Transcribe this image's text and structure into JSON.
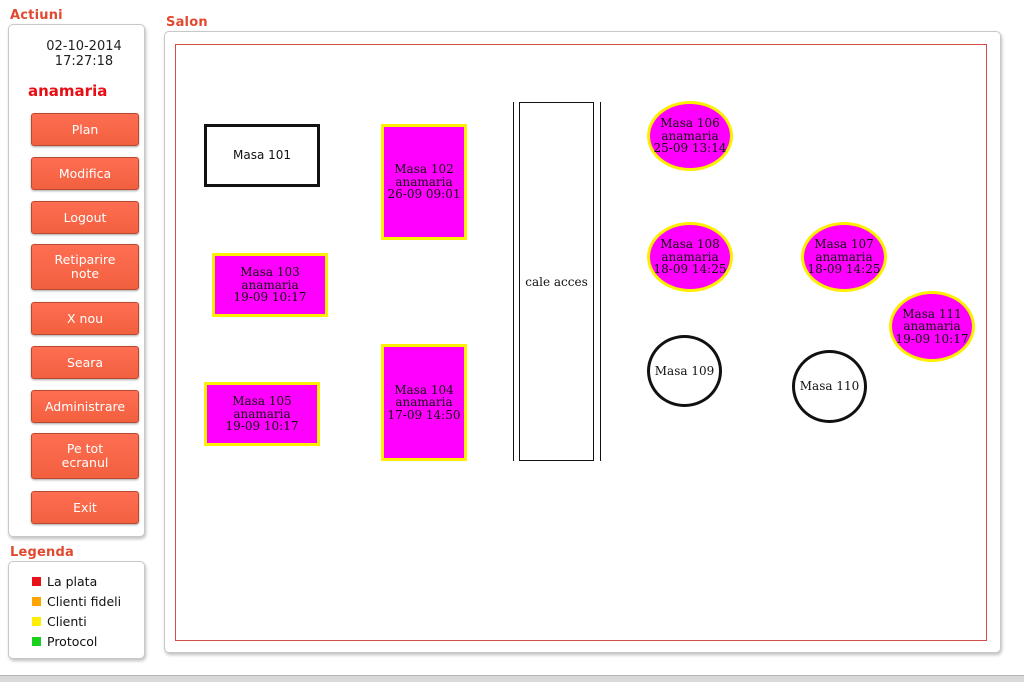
{
  "actions": {
    "title": "Actiuni",
    "date": "02-10-2014",
    "time": "17:27:18",
    "user": "anamaria",
    "buttons": [
      {
        "name": "plan-button",
        "label": "Plan"
      },
      {
        "name": "modifica-button",
        "label": "Modifica"
      },
      {
        "name": "logout-button",
        "label": "Logout"
      },
      {
        "name": "retiparire-note-button",
        "label": "Retiparire note"
      },
      {
        "name": "x-nou-button",
        "label": "X nou"
      },
      {
        "name": "seara-button",
        "label": "Seara"
      },
      {
        "name": "administrare-button",
        "label": "Administrare"
      },
      {
        "name": "pe-tot-ecranul-button",
        "label": "Pe tot ecranul"
      },
      {
        "name": "exit-button",
        "label": "Exit"
      }
    ]
  },
  "legend": {
    "title": "Legenda",
    "items": [
      {
        "label": "La plata",
        "color": "#e8101a"
      },
      {
        "label": "Clienti fideli",
        "color": "#ffa500"
      },
      {
        "label": "Clienti",
        "color": "#ffee00"
      },
      {
        "label": "Protocol",
        "color": "#19d11d"
      }
    ]
  },
  "salon": {
    "title": "Salon",
    "access_label": "cale acces",
    "colors": {
      "occupied_fill": "#ff00ff",
      "occupied_border": "#ffef00",
      "free_border": "#111111"
    },
    "tables": [
      {
        "id": "101",
        "name": "Masa 101",
        "waiter": "",
        "time": "",
        "status": "free",
        "shape": "rect"
      },
      {
        "id": "102",
        "name": "Masa 102",
        "waiter": "anamaria",
        "time": "26-09 09:01",
        "status": "occupied",
        "shape": "rect"
      },
      {
        "id": "103",
        "name": "Masa 103",
        "waiter": "anamaria",
        "time": "19-09 10:17",
        "status": "occupied",
        "shape": "rect"
      },
      {
        "id": "104",
        "name": "Masa 104",
        "waiter": "anamaria",
        "time": "17-09 14:50",
        "status": "occupied",
        "shape": "rect"
      },
      {
        "id": "105",
        "name": "Masa 105",
        "waiter": "anamaria",
        "time": "19-09 10:17",
        "status": "occupied",
        "shape": "rect"
      },
      {
        "id": "106",
        "name": "Masa 106",
        "waiter": "anamaria",
        "time": "25-09 13:14",
        "status": "occupied",
        "shape": "round"
      },
      {
        "id": "107",
        "name": "Masa 107",
        "waiter": "anamaria",
        "time": "18-09 14:25",
        "status": "occupied",
        "shape": "round"
      },
      {
        "id": "108",
        "name": "Masa 108",
        "waiter": "anamaria",
        "time": "18-09 14:25",
        "status": "occupied",
        "shape": "round"
      },
      {
        "id": "109",
        "name": "Masa 109",
        "waiter": "",
        "time": "",
        "status": "free",
        "shape": "round"
      },
      {
        "id": "110",
        "name": "Masa 110",
        "waiter": "",
        "time": "",
        "status": "free",
        "shape": "round"
      },
      {
        "id": "111",
        "name": "Masa 111",
        "waiter": "anamaria",
        "time": "19-09 10:17",
        "status": "occupied",
        "shape": "round"
      }
    ]
  }
}
